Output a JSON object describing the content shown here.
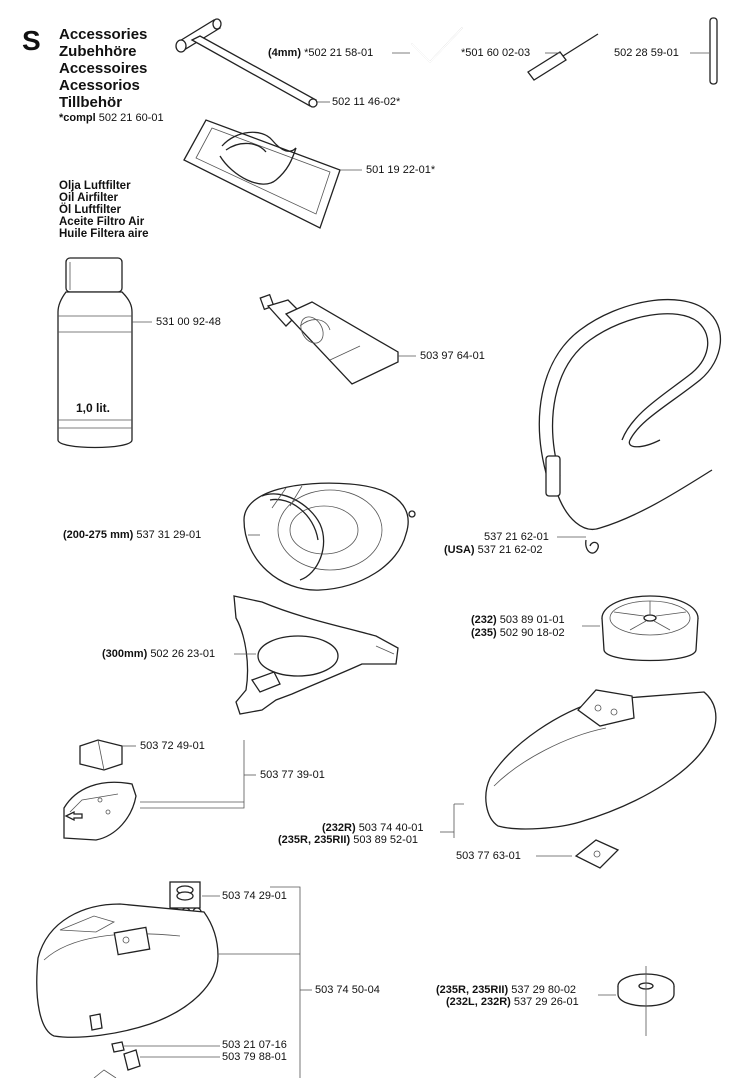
{
  "section_letter": "S",
  "heading": [
    "Accessories",
    "Zubehhöre",
    "Accessoires",
    "Acessorios",
    "Tillbehör"
  ],
  "compl_label": "*compl",
  "compl_number": "502 21 60-01",
  "oil_heading": [
    "Olja Luftfilter",
    "Oil Airfilter",
    "Öl Luftfilter",
    "Aceite Filtro Air",
    "Huile Filtera aire"
  ],
  "bottle_label": "1,0 lit.",
  "parts": {
    "wrench_4mm_qual": "(4mm)",
    "wrench_4mm": "*502 21 58-01",
    "screwdriver": "*501 60 02-03",
    "rod": "502 28 59-01",
    "tbar_wrench": "502 11 46-02*",
    "bag": "501 19 22-01*",
    "oil": "531 00 92-48",
    "grease_tube": "503 97 64-01",
    "harness": "537 21 62-01",
    "harness_usa_qual": "(USA)",
    "harness_usa": "537 21 62-02",
    "guard_200_qual": "(200-275 mm)",
    "guard_200": "537 31 29-01",
    "guard_300_qual": "(300mm)",
    "guard_300": "502 26 23-01",
    "cup_232_qual": "(232)",
    "cup_232": "503 89 01-01",
    "cup_235_qual": "(235)",
    "cup_235": "502 90 18-02",
    "bracket": "503 72 49-01",
    "small_guard": "503 77 39-01",
    "blade_guard_232r_qual": "(232R)",
    "blade_guard_232r": "503 74 40-01",
    "blade_guard_235r_qual": "(235R, 235RII)",
    "blade_guard_235r": "503 89 52-01",
    "plate": "503 77 63-01",
    "kit_top": "503 74 29-01",
    "big_guard": "503 74 50-04",
    "screw": "503 21 07-16",
    "clip": "503 79 88-01",
    "washer_235r_qual": "(235R, 235RII)",
    "washer_235r": "537 29 80-02",
    "washer_232l_qual": "(232L, 232R)",
    "washer_232l": "537 29 26-01"
  }
}
